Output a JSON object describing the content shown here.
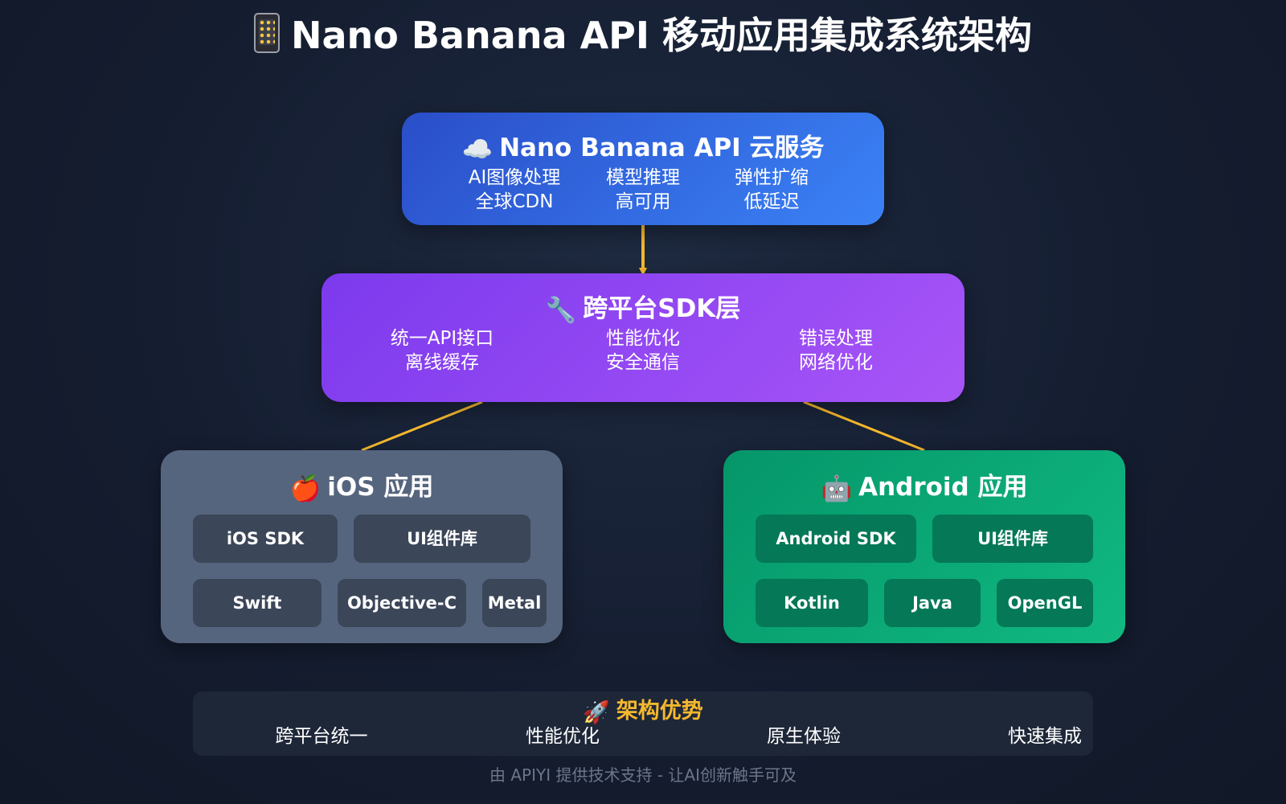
{
  "title": {
    "icon": "mobile-phone-icon",
    "text": "Nano Banana API 移动应用集成系统架构"
  },
  "cloud_service": {
    "icon": "cloud-icon",
    "icon_glyph": "☁️",
    "title": "Nano Banana API 云服务",
    "features": [
      {
        "line1": "AI图像处理",
        "line2": "全球CDN"
      },
      {
        "line1": "模型推理",
        "line2": "高可用"
      },
      {
        "line1": "弹性扩缩",
        "line2": "低延迟"
      }
    ]
  },
  "sdk_layer": {
    "icon": "wrench-icon",
    "icon_glyph": "🔧",
    "title": "跨平台SDK层",
    "features": [
      {
        "line1": "统一API接口",
        "line2": "离线缓存"
      },
      {
        "line1": "性能优化",
        "line2": "安全通信"
      },
      {
        "line1": "错误处理",
        "line2": "网络优化"
      }
    ]
  },
  "ios_app": {
    "icon": "apple-icon",
    "icon_glyph": "🍎",
    "title": "iOS 应用",
    "chips": [
      "iOS SDK",
      "UI组件库",
      "Swift",
      "Objective-C",
      "Metal"
    ]
  },
  "android_app": {
    "icon": "robot-icon",
    "icon_glyph": "🤖",
    "title": "Android 应用",
    "chips": [
      "Android SDK",
      "UI组件库",
      "Kotlin",
      "Java",
      "OpenGL"
    ]
  },
  "advantages": {
    "icon": "rocket-icon",
    "icon_glyph": "🚀",
    "title": "架构优势",
    "items": [
      "跨平台统一",
      "性能优化",
      "原生体验",
      "快速集成"
    ]
  },
  "footer": "由 APIYI 提供技术支持 - 让AI创新触手可及",
  "colors": {
    "background": "#131b2e",
    "cloud_box": "#3b82f6",
    "sdk_box": "#a855f7",
    "ios_box": "#56657e",
    "android_box": "#10b981",
    "connector": "#f5b82e",
    "advantage_title": "#f5b82e"
  }
}
